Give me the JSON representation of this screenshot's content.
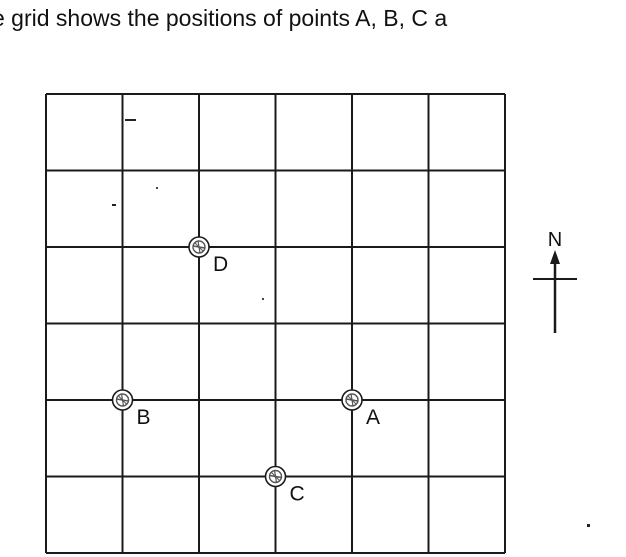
{
  "caption": "e grid shows the positions of points A, B, C a",
  "grid": {
    "columns": 6,
    "rows": 6
  },
  "compass": {
    "label": "N"
  },
  "points": [
    {
      "label": "A",
      "col": 4,
      "row": 4
    },
    {
      "label": "B",
      "col": 1,
      "row": 4
    },
    {
      "label": "C",
      "col": 3,
      "row": 5
    },
    {
      "label": "D",
      "col": 2,
      "row": 2
    }
  ],
  "colors": {
    "line": "#1a1a1a",
    "marker_fill": "#ffffff",
    "marker_pattern": "#555555"
  }
}
